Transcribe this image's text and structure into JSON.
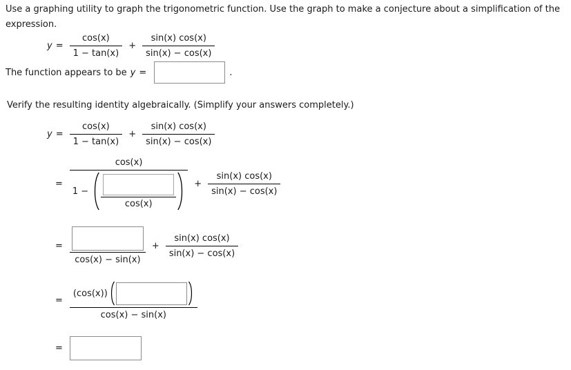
{
  "colors": {
    "text": "#1a1a1a",
    "fraction_bar": "#000000",
    "input_border": "#8b8b8b",
    "inner_input_border": "#a3a3a3",
    "background": "#ffffff"
  },
  "intro": {
    "line1": "Use a graphing utility to graph the trigonometric function. Use the graph to make a conjecture about a simplification of the",
    "line2": "expression."
  },
  "math": {
    "y": "y",
    "equals": "=",
    "plus": "+",
    "cos": "cos(x)",
    "one_minus_tan": "1 − tan(x)",
    "sin_cos": "sin(x) cos(x)",
    "sin_minus_cos": "sin(x) − cos(x)",
    "one_minus": "1 −",
    "cos_minus_sin": "cos(x) − sin(x)",
    "cos_factor": "(cos(x))"
  },
  "conjecture": {
    "prefix": "The function appears to be",
    "var": "y",
    "equals": "=",
    "suffix": "."
  },
  "verify_instruction": "Verify the resulting identity algebraically. (Simplify your answers completely.)",
  "inputs": {
    "conjecture": "",
    "step1": "",
    "step2": "",
    "step3": "",
    "step4": ""
  }
}
